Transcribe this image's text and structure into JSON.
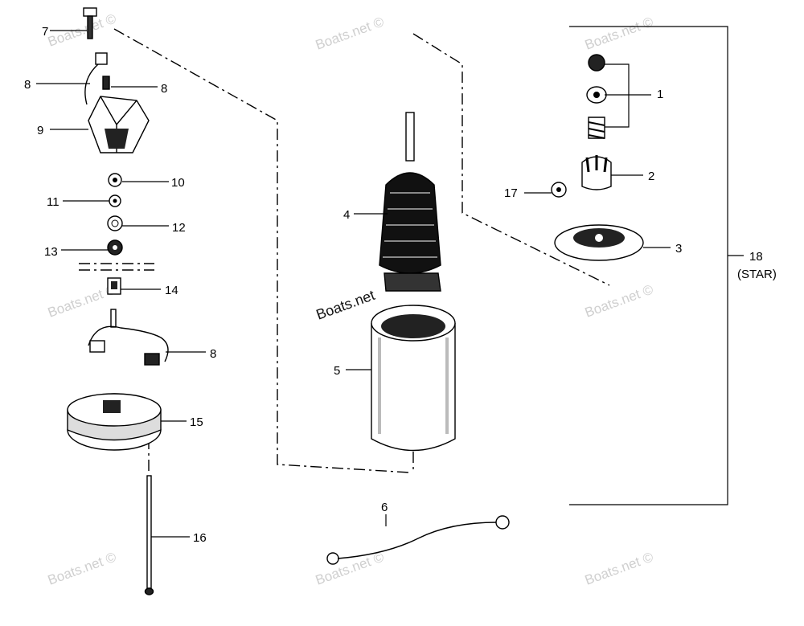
{
  "callouts": {
    "c1": "1",
    "c2": "2",
    "c3": "3",
    "c4": "4",
    "c5": "5",
    "c6": "6",
    "c7": "7",
    "c8a": "8",
    "c8b": "8",
    "c8c": "8",
    "c9": "9",
    "c10": "10",
    "c11": "11",
    "c12": "12",
    "c13": "13",
    "c14": "14",
    "c15": "15",
    "c16": "16",
    "c17": "17",
    "c18": "18",
    "c18_note": "(STAR)"
  },
  "watermark": {
    "text": "Boats.net ©",
    "text_center": "Boats.net"
  }
}
